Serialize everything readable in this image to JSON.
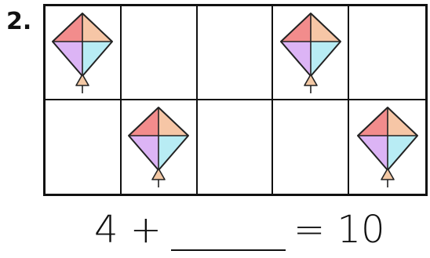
{
  "problem": {
    "number": "2."
  },
  "ten_frame": {
    "cells": [
      {
        "kite": true
      },
      {
        "kite": false
      },
      {
        "kite": false
      },
      {
        "kite": true
      },
      {
        "kite": false
      },
      {
        "kite": false
      },
      {
        "kite": true
      },
      {
        "kite": false
      },
      {
        "kite": false
      },
      {
        "kite": true
      }
    ],
    "icon": "kite-icon",
    "kite_colors": {
      "top_left": "#f28c8c",
      "top_right": "#f6c6a6",
      "bottom_left": "#dcb4f5",
      "bottom_right": "#b8ecf4",
      "tail": "#f3c8a4"
    }
  },
  "equation": {
    "left": "4 +",
    "right": "= 10",
    "blank": ""
  }
}
